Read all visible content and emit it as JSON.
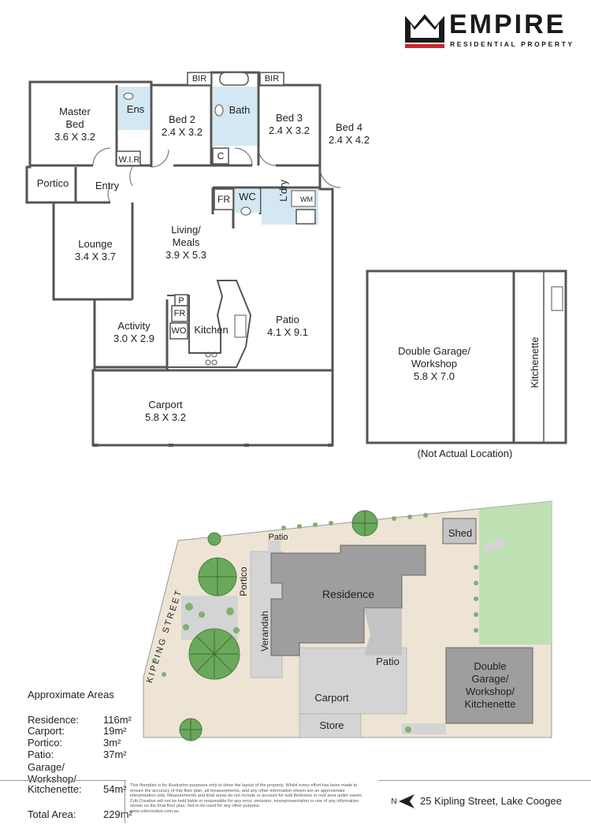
{
  "brand": {
    "name": "EMPIRE",
    "tagline": "RESIDENTIAL PROPERTY",
    "accent": "#d6232a"
  },
  "floorplan": {
    "rooms": {
      "master_bed": [
        "Master",
        "Bed",
        "3.6 X 3.2"
      ],
      "ens": "Ens",
      "wir": "W.I.R",
      "bed2": [
        "Bed 2",
        "2.4 X 3.2"
      ],
      "bir1": "BIR",
      "bath": "Bath",
      "c": "C",
      "bir2": "BIR",
      "bed3": [
        "Bed 3",
        "2.4 X 3.2"
      ],
      "bed4": [
        "Bed 4",
        "2.4 X 4.2"
      ],
      "portico": "Portico",
      "entry": "Entry",
      "fr1": "FR",
      "wc": "WC",
      "laundry": "L'dry",
      "wm": "WM",
      "living": [
        "Living/",
        "Meals",
        "3.9 X 5.3"
      ],
      "lounge": [
        "Lounge",
        "3.4 X 3.7"
      ],
      "p": "P",
      "fr2": "FR",
      "wo": "WO",
      "kitchen": "Kitchen",
      "activity": [
        "Activity",
        "3.0 X 2.9"
      ],
      "patio": [
        "Patio",
        "4.1 X 9.1"
      ],
      "carport": [
        "Carport",
        "5.8 X 3.2"
      ]
    },
    "garage": {
      "name": [
        "Double Garage/",
        "Workshop",
        "5.8 X 7.0"
      ],
      "kitchenette": "Kitchenette",
      "note": "(Not Actual Location)"
    }
  },
  "siteplan": {
    "street": "KIPLING STREET",
    "labels": {
      "residence": "Residence",
      "portico": "Portico",
      "verandah": "Verandah",
      "patio_top": "Patio",
      "patio": "Patio",
      "carport": "Carport",
      "store": "Store",
      "shed": "Shed",
      "garage": [
        "Double",
        "Garage/",
        "Workshop/",
        "Kitchenette"
      ]
    },
    "colors": {
      "lot": "#ede4d6",
      "house": "#9e9e9e",
      "paving": "#d4d4d4",
      "lawn": "#bfe0b2",
      "tree": "#6aa85c"
    }
  },
  "areas": {
    "title": "Approximate Areas",
    "rows": [
      {
        "label": "Residence:",
        "value": "116m²"
      },
      {
        "label": "Carport:",
        "value": "19m²"
      },
      {
        "label": "Portico:",
        "value": "3m²"
      },
      {
        "label": "Patio:",
        "value": "37m²"
      },
      {
        "label": "Garage/",
        "value": ""
      },
      {
        "label": "Workshop/",
        "value": ""
      },
      {
        "label": "Kitchenette:",
        "value": "54m²"
      }
    ],
    "total_label": "Total Area:",
    "total_value": "229m²"
  },
  "disclaimer": "This floorplan is for illustration purposes only to show the layout of the property. Whilst every effort has been made to ensure the accuracy of this floor plan, all measurements, and any other information shown are an approximate interpretation only. Measurements and total areas do not include or account for wall thickness or roof area under eaves. Crib Creative will not be held liable or responsible for any error, omission, misrepresentation or use of any information shown on the final floor plan. Not to be used for any other purpose.",
  "credit": "www.cribcreative.com.au",
  "north": "N",
  "address": "25 Kipling Street, Lake Coogee"
}
